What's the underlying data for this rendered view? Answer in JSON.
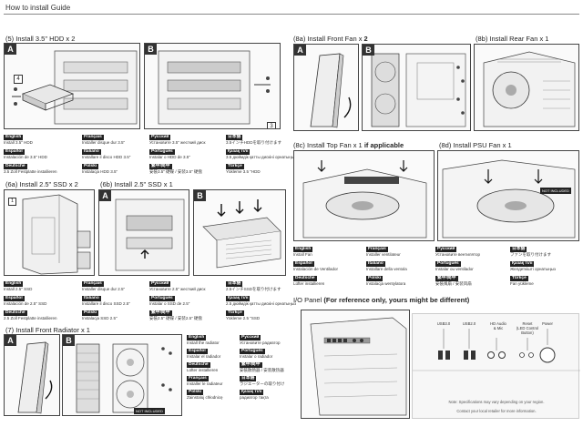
{
  "page_title": "How to install Guide",
  "sections": {
    "hdd": "(5) Install 3.5\" HDD x 2",
    "ssd2": "(6a) Install 2.5\" SSD x 2",
    "ssd1": "(6b) Install 2.5\" SSD x 1",
    "radiator": "(7) Install Front Radiator x 1",
    "front_fan_prefix": "(8a) Install Front Fan x ",
    "front_fan_count": "2",
    "rear_fan": "(8b) Install Rear Fan x 1",
    "top_fan_prefix": "(8c) Install Top Fan x 1 ",
    "top_fan_suffix": "if applicable",
    "psu_fan": "(8d) Install PSU Fan x 1",
    "io_panel_prefix": "I/O Panel  ",
    "io_panel_note": "(For reference only, yours might be different)"
  },
  "panel_letters": {
    "a": "A",
    "b": "B"
  },
  "callouts": {
    "hdd_left": "4",
    "hdd_right": "3",
    "ssd_step": "1"
  },
  "not_included": "NOT INCLUDED",
  "hdd_instructions": [
    {
      "lang": "English",
      "text": "Install 3.5\" HDD"
    },
    {
      "lang": "Español",
      "text": "Instalación de 3.5\" HDD"
    },
    {
      "lang": "Deutsche",
      "text": "3.5 Zoll Festplatte installieren"
    },
    {
      "lang": "Français",
      "text": "Installer disque dur 3.5\""
    },
    {
      "lang": "Italiano",
      "text": "Installare il disco HDD 3.5\""
    },
    {
      "lang": "Polski",
      "text": "Instalacja HDD 3.5\""
    },
    {
      "lang": "Pусский",
      "text": "Установите 3.5\" жесткий диск"
    },
    {
      "lang": "Português",
      "text": "Instalar o HDD de 3.5\""
    },
    {
      "lang": "繁中/简中",
      "text": "安裝3.5\" 硬碟 / 安装3.5\" 硬盘"
    },
    {
      "lang": "日本語",
      "text": "3.5インチHDDを取り付けます"
    },
    {
      "lang": "Қазақ тілі",
      "text": "3.5 дюймдік қатты дискіні орнатыңыз"
    },
    {
      "lang": "Türkçe",
      "text": "Yükleme 3.5 \"HDD"
    }
  ],
  "ssd_instructions": [
    {
      "lang": "English",
      "text": "Install 2.5\" SSD"
    },
    {
      "lang": "Español",
      "text": "Instalación de 2.5\" SSD"
    },
    {
      "lang": "Deutsche",
      "text": "2.5 Zoll Festplatte installieren"
    },
    {
      "lang": "Français",
      "text": "Installer disque dur 2.5\""
    },
    {
      "lang": "Italiano",
      "text": "Installare il disco SSD 2.5\""
    },
    {
      "lang": "Polski",
      "text": "Instalacja SSD 2.5\""
    },
    {
      "lang": "Pусский",
      "text": "Установите 2.5\" жесткий диск"
    },
    {
      "lang": "Português",
      "text": "Instalar o SSD de 2.5\""
    },
    {
      "lang": "繁中/简中",
      "text": "安裝2.5\" 硬碟 / 安装2.5\" 硬盘"
    },
    {
      "lang": "日本語",
      "text": "2.5インチSSDを取り付けます"
    },
    {
      "lang": "Қазақ тілі",
      "text": "2.5 дюймдік қатты дискіні орнатыңыз"
    },
    {
      "lang": "Türkçe",
      "text": "Yükleme 2.5 \"SSD"
    }
  ],
  "radiator_instructions": [
    {
      "lang": "English",
      "text": "Install the radiator"
    },
    {
      "lang": "Español",
      "text": "Instalar el radiador"
    },
    {
      "lang": "Deutsche",
      "text": "Lüfter installieren"
    },
    {
      "lang": "Français",
      "text": "Installer le radiateur"
    },
    {
      "lang": "Polski",
      "text": "Zainstaluj chłodnicę"
    },
    {
      "lang": "Pусский",
      "text": "Установите радиатор"
    },
    {
      "lang": "Português",
      "text": "Instalar o radiador"
    },
    {
      "lang": "繁中/简中",
      "text": "安裝散熱器 / 安装散热器"
    },
    {
      "lang": "日本語",
      "text": "ラジエーターの取り付け"
    },
    {
      "lang": "Қазақ тілі",
      "text": "радиатор тақта"
    }
  ],
  "fan_instructions": [
    {
      "lang": "English",
      "text": "Install Fan"
    },
    {
      "lang": "Español",
      "text": "Instalación de Ventilador"
    },
    {
      "lang": "Deutsche",
      "text": "Lüfter installieren"
    },
    {
      "lang": "Français",
      "text": "Installer ventilateur"
    },
    {
      "lang": "Italiano",
      "text": "Installare della ventola"
    },
    {
      "lang": "Polski",
      "text": "Instalacja wentylatora"
    },
    {
      "lang": "Pусский",
      "text": "Установите вентилятор"
    },
    {
      "lang": "Português",
      "text": "Instalar ou ventilador"
    },
    {
      "lang": "繁中/简中",
      "text": "安裝風扇 / 安装风扇"
    },
    {
      "lang": "日本語",
      "text": "ファンを取り付けます"
    },
    {
      "lang": "Қазақ тілі",
      "text": "Желдеткішті орнатыңыз"
    },
    {
      "lang": "Türkçe",
      "text": "Fan yükleme"
    }
  ],
  "io_ports": [
    {
      "label": "USB3.0"
    },
    {
      "label": "USB2.0"
    },
    {
      "label": "HD Audio\n& Mic"
    },
    {
      "label": "Reset\n(LED Control\nButton)"
    },
    {
      "label": "Power"
    }
  ],
  "io_notes": [
    "Note: Specifications may vary depending on your region.",
    "Contact your local retailer for more information."
  ]
}
